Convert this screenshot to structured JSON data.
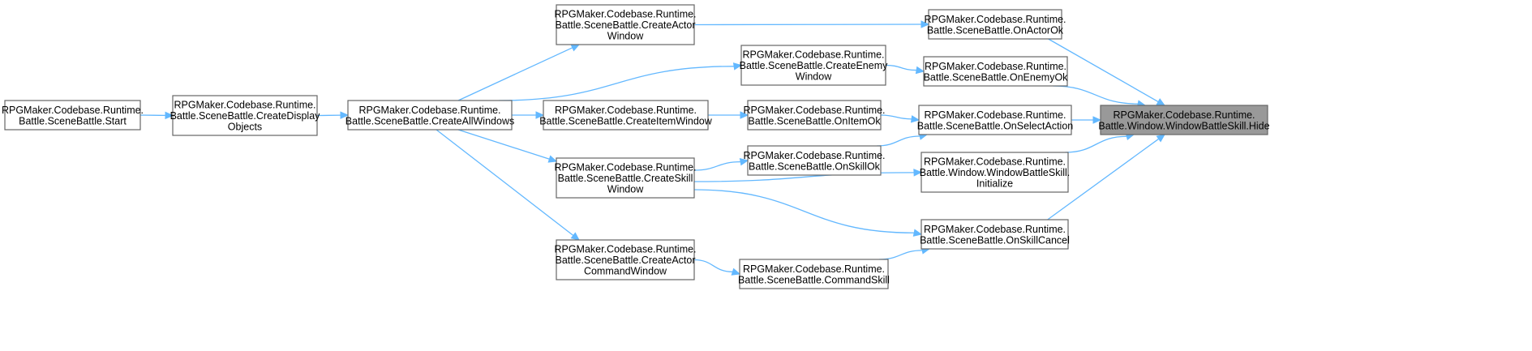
{
  "colors": {
    "edge": "#63b8ff",
    "node_border": "#666666",
    "highlight_fill": "#999999"
  },
  "nodes": {
    "start": [
      "RPGMaker.Codebase.Runtime.",
      "Battle.SceneBattle.Start"
    ],
    "create_display": [
      "RPGMaker.Codebase.Runtime.",
      "Battle.SceneBattle.CreateDisplay",
      "Objects"
    ],
    "create_all": [
      "RPGMaker.Codebase.Runtime.",
      "Battle.SceneBattle.CreateAllWindows"
    ],
    "create_actor": [
      "RPGMaker.Codebase.Runtime.",
      "Battle.SceneBattle.CreateActor",
      "Window"
    ],
    "create_enemy": [
      "RPGMaker.Codebase.Runtime.",
      "Battle.SceneBattle.CreateEnemy",
      "Window"
    ],
    "create_item": [
      "RPGMaker.Codebase.Runtime.",
      "Battle.SceneBattle.CreateItemWindow"
    ],
    "create_skill": [
      "RPGMaker.Codebase.Runtime.",
      "Battle.SceneBattle.CreateSkill",
      "Window"
    ],
    "create_actor_cmd": [
      "RPGMaker.Codebase.Runtime.",
      "Battle.SceneBattle.CreateActor",
      "CommandWindow"
    ],
    "on_item_ok": [
      "RPGMaker.Codebase.Runtime.",
      "Battle.SceneBattle.OnItemOk"
    ],
    "on_skill_ok": [
      "RPGMaker.Codebase.Runtime.",
      "Battle.SceneBattle.OnSkillOk"
    ],
    "command_skill": [
      "RPGMaker.Codebase.Runtime.",
      "Battle.SceneBattle.CommandSkill"
    ],
    "on_actor_ok": [
      "RPGMaker.Codebase.Runtime.",
      "Battle.SceneBattle.OnActorOk"
    ],
    "on_enemy_ok": [
      "RPGMaker.Codebase.Runtime.",
      "Battle.SceneBattle.OnEnemyOk"
    ],
    "on_select_action": [
      "RPGMaker.Codebase.Runtime.",
      "Battle.SceneBattle.OnSelectAction"
    ],
    "initialize": [
      "RPGMaker.Codebase.Runtime.",
      "Battle.Window.WindowBattleSkill.",
      "Initialize"
    ],
    "on_skill_cancel": [
      "RPGMaker.Codebase.Runtime.",
      "Battle.SceneBattle.OnSkillCancel"
    ],
    "hide": [
      "RPGMaker.Codebase.Runtime.",
      "Battle.Window.WindowBattleSkill.Hide"
    ]
  },
  "edges": [
    [
      "start",
      "create_display"
    ],
    [
      "create_display",
      "create_all"
    ],
    [
      "create_all",
      "create_actor"
    ],
    [
      "create_all",
      "create_enemy"
    ],
    [
      "create_all",
      "create_item"
    ],
    [
      "create_all",
      "create_skill"
    ],
    [
      "create_all",
      "create_actor_cmd"
    ],
    [
      "create_actor",
      "on_actor_ok"
    ],
    [
      "create_enemy",
      "on_enemy_ok"
    ],
    [
      "create_item",
      "on_item_ok"
    ],
    [
      "create_skill",
      "on_skill_ok"
    ],
    [
      "create_skill",
      "initialize"
    ],
    [
      "create_skill",
      "on_skill_cancel"
    ],
    [
      "create_actor_cmd",
      "command_skill"
    ],
    [
      "on_item_ok",
      "on_select_action"
    ],
    [
      "on_skill_ok",
      "on_select_action"
    ],
    [
      "command_skill",
      "on_skill_cancel"
    ],
    [
      "on_actor_ok",
      "hide"
    ],
    [
      "on_enemy_ok",
      "hide"
    ],
    [
      "on_select_action",
      "hide"
    ],
    [
      "initialize",
      "hide"
    ],
    [
      "on_skill_cancel",
      "hide"
    ]
  ]
}
